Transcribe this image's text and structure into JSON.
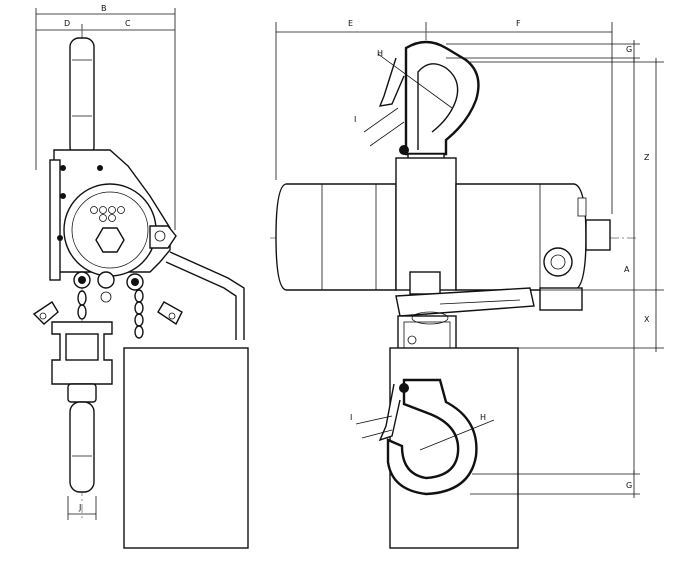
{
  "labels": {
    "B": "B",
    "C": "C",
    "D": "D",
    "E": "E",
    "F": "F",
    "G_top": "G",
    "G_bottom": "G",
    "Z": "Z",
    "X": "X",
    "A": "A",
    "H_top": "H",
    "H_bottom": "H",
    "I_top": "I",
    "I_bottom": "I",
    "J": "J"
  }
}
